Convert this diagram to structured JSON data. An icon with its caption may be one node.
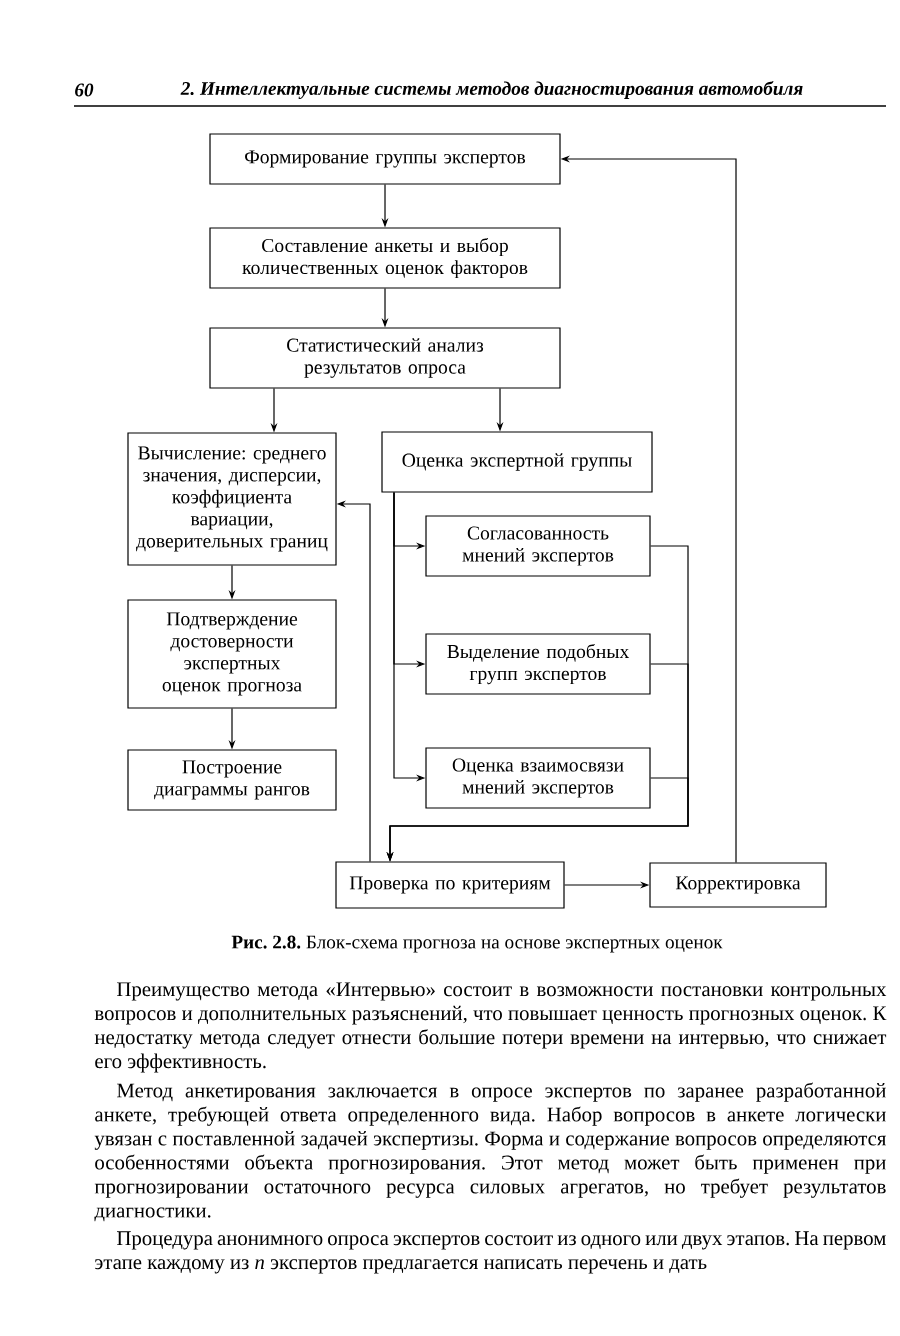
{
  "diagram": {
    "caption": "**Рис. 2.8.** Блок-схема прогноза на основе экспертных оценок",
    "nodes": [
      {
        "text": [
          "Формирование группы экспертов"
        ]
      },
      {
        "text": [
          "Составление анкеты и выбор количественных оценок факторов"
        ]
      },
      {
        "text": [
          "Статистический анализ результатов опроса"
        ]
      },
      {
        "text": [
          "Вычисление: среднего значения, дисперсии, коэффициента вариации, доверительных границ"
        ]
      },
      {
        "text": [
          "Подтверждение достоверности экспертных оценок прогноза"
        ]
      },
      {
        "text": [
          "Построение диаграммы рангов"
        ]
      },
      {
        "text": [
          "Оценка экспертной группы"
        ]
      },
      {
        "text": [
          "Согласованность мнений экспертов"
        ]
      },
      {
        "text": [
          "Выделение подобных групп экспертов"
        ]
      },
      {
        "text": [
          "Оценка взаимосвязи мнений экспертов"
        ]
      },
      {
        "text": [
          "Проверка по критериям"
        ]
      },
      {
        "text": [
          "Корректировка"
        ]
      }
    ],
    "edges": [
      {
        "from": 0,
        "to": 1,
        "arrow": "to"
      },
      {
        "from": 1,
        "to": 2,
        "arrow": "to"
      },
      {
        "from": 2,
        "to": 3,
        "arrow": "to"
      },
      {
        "from": 2,
        "to": 6,
        "arrow": "to"
      },
      {
        "from": 3,
        "to": 4,
        "arrow": "to"
      },
      {
        "from": 4,
        "to": 5,
        "arrow": "to"
      },
      {
        "from": 6,
        "to": 7,
        "arrow": "to"
      },
      {
        "from": 6,
        "to": 8,
        "arrow": "to"
      },
      {
        "from": 6,
        "to": 9,
        "arrow": "to"
      },
      {
        "from": 7,
        "to": 10,
        "arrow": "to"
      },
      {
        "from": 8,
        "to": 10,
        "arrow": "to"
      },
      {
        "from": 9,
        "to": 10,
        "arrow": "to"
      },
      {
        "from": 10,
        "to": 3,
        "arrow": "to"
      },
      {
        "from": 10,
        "to": 11,
        "arrow": "to"
      },
      {
        "from": 11,
        "to": 0,
        "arrow": "to"
      }
    ],
    "labels": [
      "60",
      "2. Интеллектуальные системы методов диагностирования автомобиля",
      "Преимущество метода «Интервью» состоит в возможности постановки контрольных вопросов и дополнительных разъяснений, что повышает ценность прогнозных оценок. К недостатку метода следует отнести большие потери времени на интервью, что снижает его эффективность.",
      "Метод анкетирования заключается в опросе экспертов по заранее разработанной анкете, требующей ответа определенного вида. Набор вопросов в анкете логически увязан с поставленной задачей экспертизы. Форма и содержание вопросов определяются особенностями объекта прогнозирования. Этот метод может быть применен при прогнозировании остаточного ресурса силовых агрегатов, но требует результатов диагностики.",
      "Процедура анонимного опроса экспертов состоит из одного или двух этапов. На первом этапе каждому из *n* экспертов предлагается написать перечень и дать"
    ]
  }
}
